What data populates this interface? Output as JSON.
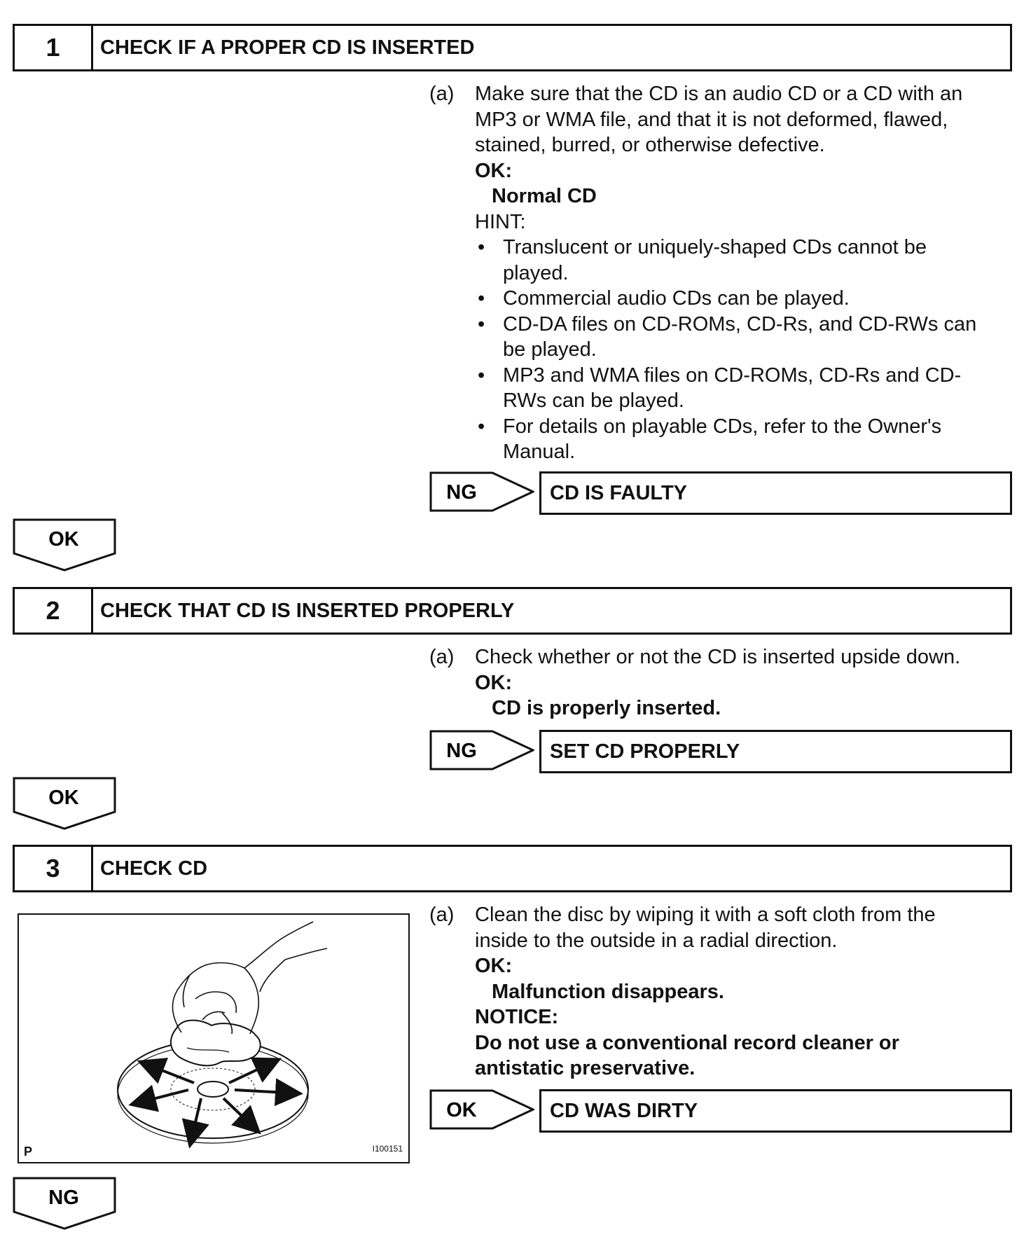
{
  "steps": [
    {
      "number": "1",
      "title": "CHECK IF A PROPER CD IS INSERTED",
      "item_label": "(a)",
      "item_lines": [
        "Make sure that the CD is an audio CD or a CD with an",
        "MP3 or WMA file, and that it is not deformed, flawed,",
        "stained, burred, or otherwise defective."
      ],
      "ok_label": "OK:",
      "ok_value": "Normal CD",
      "hint_label": "HINT:",
      "hints": [
        [
          "Translucent or uniquely-shaped CDs cannot be",
          "played."
        ],
        [
          "Commercial audio CDs can be played."
        ],
        [
          "CD-DA files on CD-ROMs, CD-Rs, and CD-RWs can",
          "be played."
        ],
        [
          "MP3 and WMA files on CD-ROMs, CD-Rs and CD-",
          "RWs can be played."
        ],
        [
          "For details on playable CDs, refer to the Owner's",
          "Manual."
        ]
      ],
      "result_tag": "NG",
      "result_text": "CD IS FAULTY",
      "next_tag": "OK"
    },
    {
      "number": "2",
      "title": "CHECK THAT CD IS INSERTED PROPERLY",
      "item_label": "(a)",
      "item_lines": [
        "Check whether or not the CD is inserted upside down."
      ],
      "ok_label": "OK:",
      "ok_value": "CD is properly inserted.",
      "result_tag": "NG",
      "result_text": "SET CD PROPERLY",
      "next_tag": "OK"
    },
    {
      "number": "3",
      "title": "CHECK CD",
      "item_label": "(a)",
      "item_lines": [
        "Clean the disc by wiping it with a soft cloth from the",
        "inside to the outside in a radial direction."
      ],
      "ok_label": "OK:",
      "ok_value": "Malfunction disappears.",
      "notice_label": "NOTICE:",
      "notice_lines": [
        "Do not use a conventional record cleaner or",
        "antistatic preservative."
      ],
      "result_tag": "OK",
      "result_text": "CD WAS DIRTY",
      "next_tag": "NG",
      "figure": {
        "corner_label": "P",
        "figure_id": "I100151"
      }
    }
  ]
}
